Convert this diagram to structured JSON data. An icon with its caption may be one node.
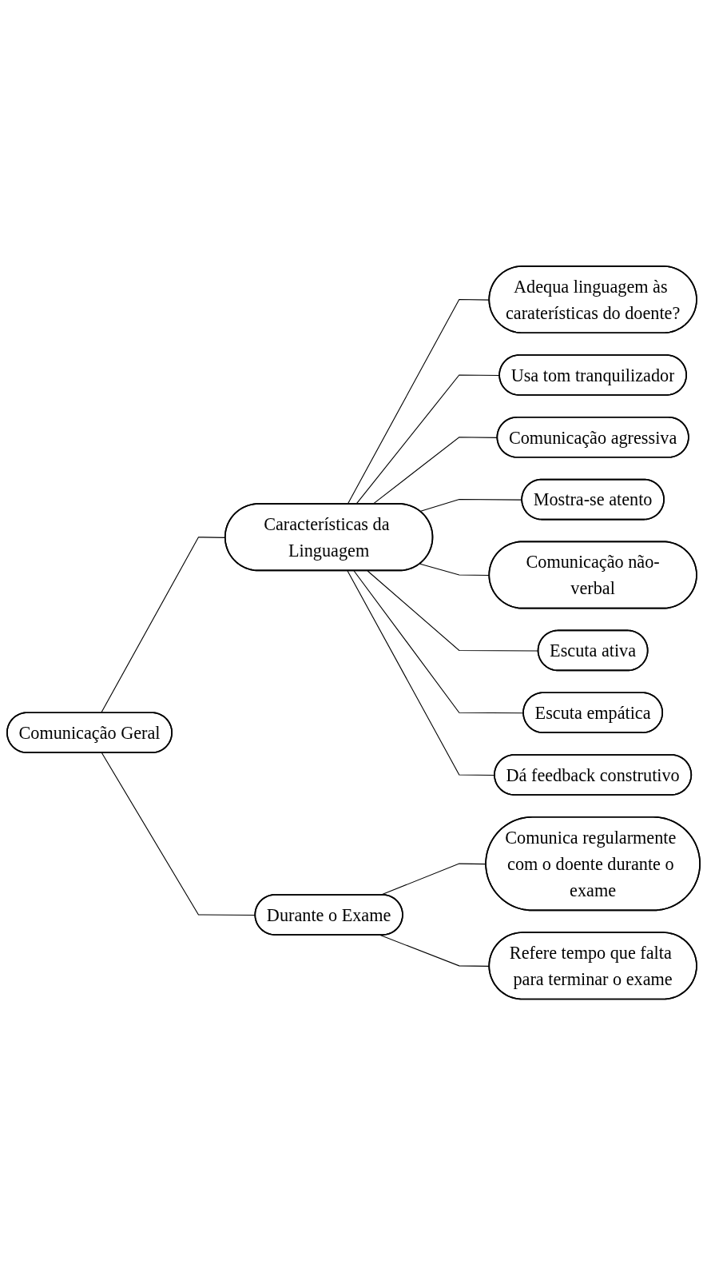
{
  "diagram": {
    "nodes": [
      {
        "text": [
          "Comunicação Geral"
        ]
      },
      {
        "text": [
          "Características da Linguagem"
        ]
      },
      {
        "text": [
          "Durante o Exame"
        ]
      },
      {
        "text": [
          "Adequa linguagem às caraterísticas do doente?"
        ]
      },
      {
        "text": [
          "Usa tom tranquilizador"
        ]
      },
      {
        "text": [
          "Comunicação agressiva"
        ]
      },
      {
        "text": [
          "Mostra-se atento"
        ]
      },
      {
        "text": [
          "Comunicação não-verbal"
        ]
      },
      {
        "text": [
          "Escuta ativa"
        ]
      },
      {
        "text": [
          "Escuta empática"
        ]
      },
      {
        "text": [
          "Dá feedback construtivo"
        ]
      },
      {
        "text": [
          "Comunica regularmente com o doente durante o exame"
        ]
      },
      {
        "text": [
          "Refere tempo que falta para terminar o exame"
        ]
      }
    ],
    "edges": [
      {
        "from": 0,
        "to": 1,
        "arrow": "none"
      },
      {
        "from": 0,
        "to": 2,
        "arrow": "none"
      },
      {
        "from": 1,
        "to": 3,
        "arrow": "none"
      },
      {
        "from": 1,
        "to": 4,
        "arrow": "none"
      },
      {
        "from": 1,
        "to": 5,
        "arrow": "none"
      },
      {
        "from": 1,
        "to": 6,
        "arrow": "none"
      },
      {
        "from": 1,
        "to": 7,
        "arrow": "none"
      },
      {
        "from": 1,
        "to": 8,
        "arrow": "none"
      },
      {
        "from": 1,
        "to": 9,
        "arrow": "none"
      },
      {
        "from": 1,
        "to": 10,
        "arrow": "none"
      },
      {
        "from": 2,
        "to": 11,
        "arrow": "none"
      },
      {
        "from": 2,
        "to": 12,
        "arrow": "none"
      }
    ]
  }
}
